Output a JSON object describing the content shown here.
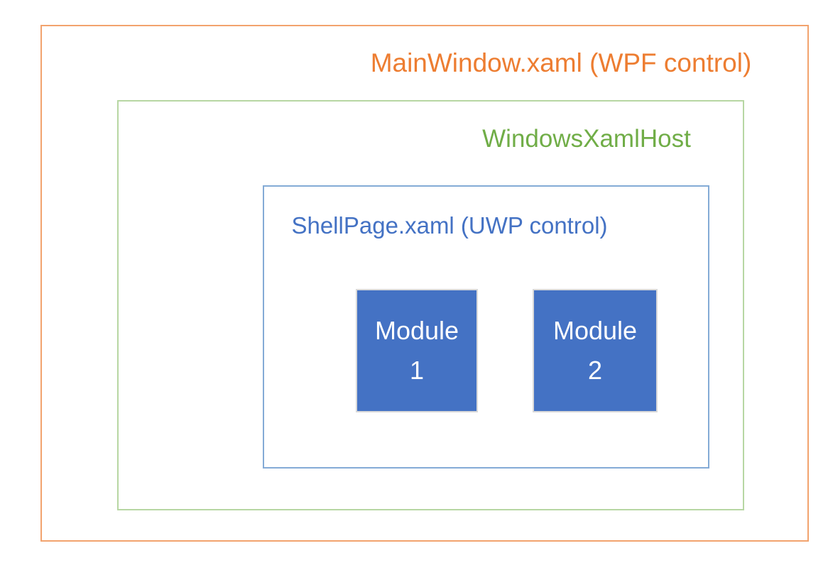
{
  "diagram": {
    "background_color": "#FFFFFF",
    "outer_box": {
      "label": "MainWindow.xaml (WPF control)",
      "border_color": "#F2A36E",
      "label_color": "#ED7D31"
    },
    "host_box": {
      "label": "WindowsXamlHost",
      "border_color": "#B7D7A3",
      "label_color": "#70AD47"
    },
    "shell_box": {
      "label": "ShellPage.xaml (UWP control)",
      "border_color": "#84ABD6",
      "label_color": "#4472C4"
    },
    "modules": [
      {
        "name": "Module",
        "number": "1",
        "fill_color": "#4472C4",
        "border_color": "#D9D9D9",
        "text_color": "#FFFFFF"
      },
      {
        "name": "Module",
        "number": "2",
        "fill_color": "#4472C4",
        "border_color": "#D9D9D9",
        "text_color": "#FFFFFF"
      }
    ]
  }
}
